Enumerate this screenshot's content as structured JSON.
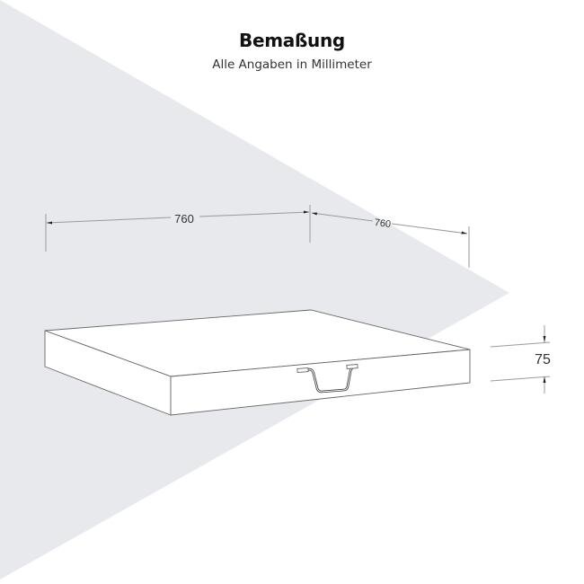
{
  "header": {
    "title": "Bemaßung",
    "subtitle": "Alle Angaben in Millimeter"
  },
  "dimensions": {
    "width": "760",
    "depth": "760",
    "height": "75",
    "unit": "mm"
  },
  "colors": {
    "background": "#ffffff",
    "triangle": "#e8e9ed",
    "line": "#666666",
    "dim_line": "#9a9a9a",
    "text": "#111111"
  }
}
